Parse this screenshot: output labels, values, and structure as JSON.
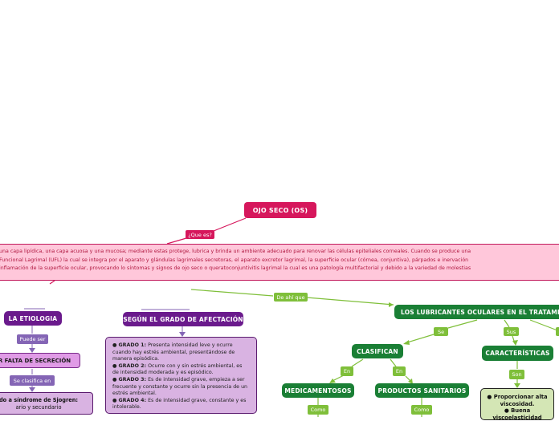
{
  "central_node": "OJO SECO (OS)",
  "definition": {
    "lines": [
      "una capa lipídica, una capa acuosa y una mucosa; mediante estas protege, lubrica y brinda un ambiente adecuado para renovar las células epiteliales corneales. Cuando se produce una",
      "Funcional Lagrimal (UFL) la cual se integra por el aparato y glándulas lagrimales secretoras, el aparato excretor lagrimal, la superficie ocular (córnea, conjuntiva), párpados e inervación",
      "inflamación de la superficie ocular, provocando lo síntomas y signos de ojo seco o queratoconjuntivitis lagrimal la cual es una patología multifactorial y debido a la variedad de molestias"
    ]
  },
  "connectors": {
    "que_es": "¿Que es?",
    "de_ahi_que": "De ahí que",
    "puede_ser": "Puede ser",
    "se_clasifica_en": "Se clasifica en",
    "se": "Se",
    "sus": "Sus",
    "en_1": "En",
    "en_2": "En",
    "son": "Son",
    "como_1": "Como",
    "como_2": "Como"
  },
  "nodes": {
    "etiologia": "LA ETIOLOGIA",
    "falta_secrecion": "R FALTA DE SECRECIÓN",
    "sjogren_title": "do a síndrome de Sjogren:",
    "sjogren_sub": "ario y secundario",
    "grado_afectacion": "SEGÚN EL GRADO DE AFECTACIÓN",
    "lubricantes": "LOS LUBRICANTES OCULARES EN EL TRATAMIENTO",
    "clasifican": "CLASIFICAN",
    "caracteristicas": "CARACTERÍSTICAS",
    "medicamentosos": "MEDICAMENTOSOS",
    "productos_sanitarios": "PRODUCTOS SANITARIOS"
  },
  "grades": [
    {
      "label": "GRADO 1:",
      "text": "Presenta intensidad leve y ocurre cuando hay estrés ambiental, presentándose de manera episódica."
    },
    {
      "label": "GRADO 2:",
      "text": "Ocurre con y sin estrés ambiental, es de intensidad moderada y es episódico."
    },
    {
      "label": "GRADO 3:",
      "text": "Es de intensidad grave, empieza a ser frecuente y constante y ocurre sin la presencia de un estrés ambiental."
    },
    {
      "label": "GRADO 4:",
      "text": "Es de intensidad grave, constante y es intolerable."
    }
  ],
  "characteristics": [
    "Proporcionar alta viscosidad.",
    "Buena",
    "viscoelasticidad"
  ],
  "colors": {
    "central": "#d6175c",
    "definition_bg": "#ffc7da",
    "purple": "#6a1a8c",
    "violet": "#8465b5",
    "green": "#1a7f35",
    "lime": "#7fbf3a"
  }
}
